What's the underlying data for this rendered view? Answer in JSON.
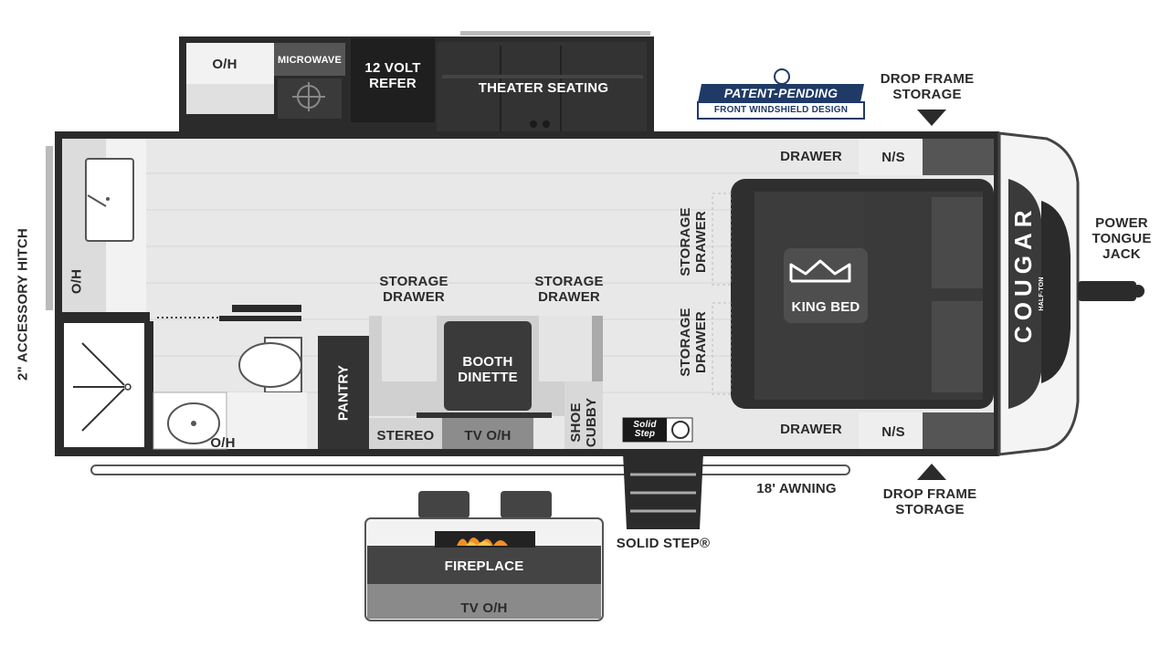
{
  "labels": {
    "oh_kitchen": "O/H",
    "microwave": "MICROWAVE",
    "refer": "12 VOLT\nREFER",
    "theater": "THEATER SEATING",
    "drawer_top": "DRAWER",
    "ns_top": "N/S",
    "storage_drawer_a": "STORAGE\nDRAWER",
    "storage_drawer_b": "STORAGE\nDRAWER",
    "storage_drawer_c": "STORAGE\nDRAWER",
    "storage_drawer_d": "STORAGE\nDRAWER",
    "king_bed": "KING BED",
    "booth_dinette": "BOOTH\nDINETTE",
    "pantry": "PANTRY",
    "shoe_cubby": "SHOE\nCUBBY",
    "stereo": "STEREO",
    "tv_oh": "TV O/H",
    "oh_bath": "O/H",
    "oh_wall": "O/H",
    "drawer_bottom": "DRAWER",
    "ns_bottom": "N/S",
    "awning": "18' AWNING",
    "fireplace": "FIREPLACE",
    "tv_oh_outdoor": "TV O/H",
    "solid_step": "SOLID STEP®",
    "solid_step_logo": "Solid Step",
    "accessory_hitch": "2\" ACCESSORY HITCH",
    "tongue_jack": "POWER\nTONGUE\nJACK",
    "drop_frame_top": "DROP FRAME\nSTORAGE",
    "drop_frame_bottom": "DROP FRAME\nSTORAGE",
    "patent_title": "PATENT-PENDING DESIGN",
    "patent_sub": "FRONT WINDSHIELD DESIGN",
    "cougar": "COUGAR",
    "half_ton": "HALF-TON"
  },
  "colors": {
    "wall": "#2b2b2b",
    "floor": "#e6e6e6",
    "dark_furniture": "#3a3a3a",
    "mid_gray": "#8a8a8a",
    "light_gray": "#d4d4d4",
    "badge_blue": "#1f3a66"
  },
  "icons": [
    "crown-icon",
    "sink-icon",
    "toilet-icon",
    "stove-icon",
    "fire-icon",
    "triangle-up-icon",
    "triangle-down-icon"
  ]
}
